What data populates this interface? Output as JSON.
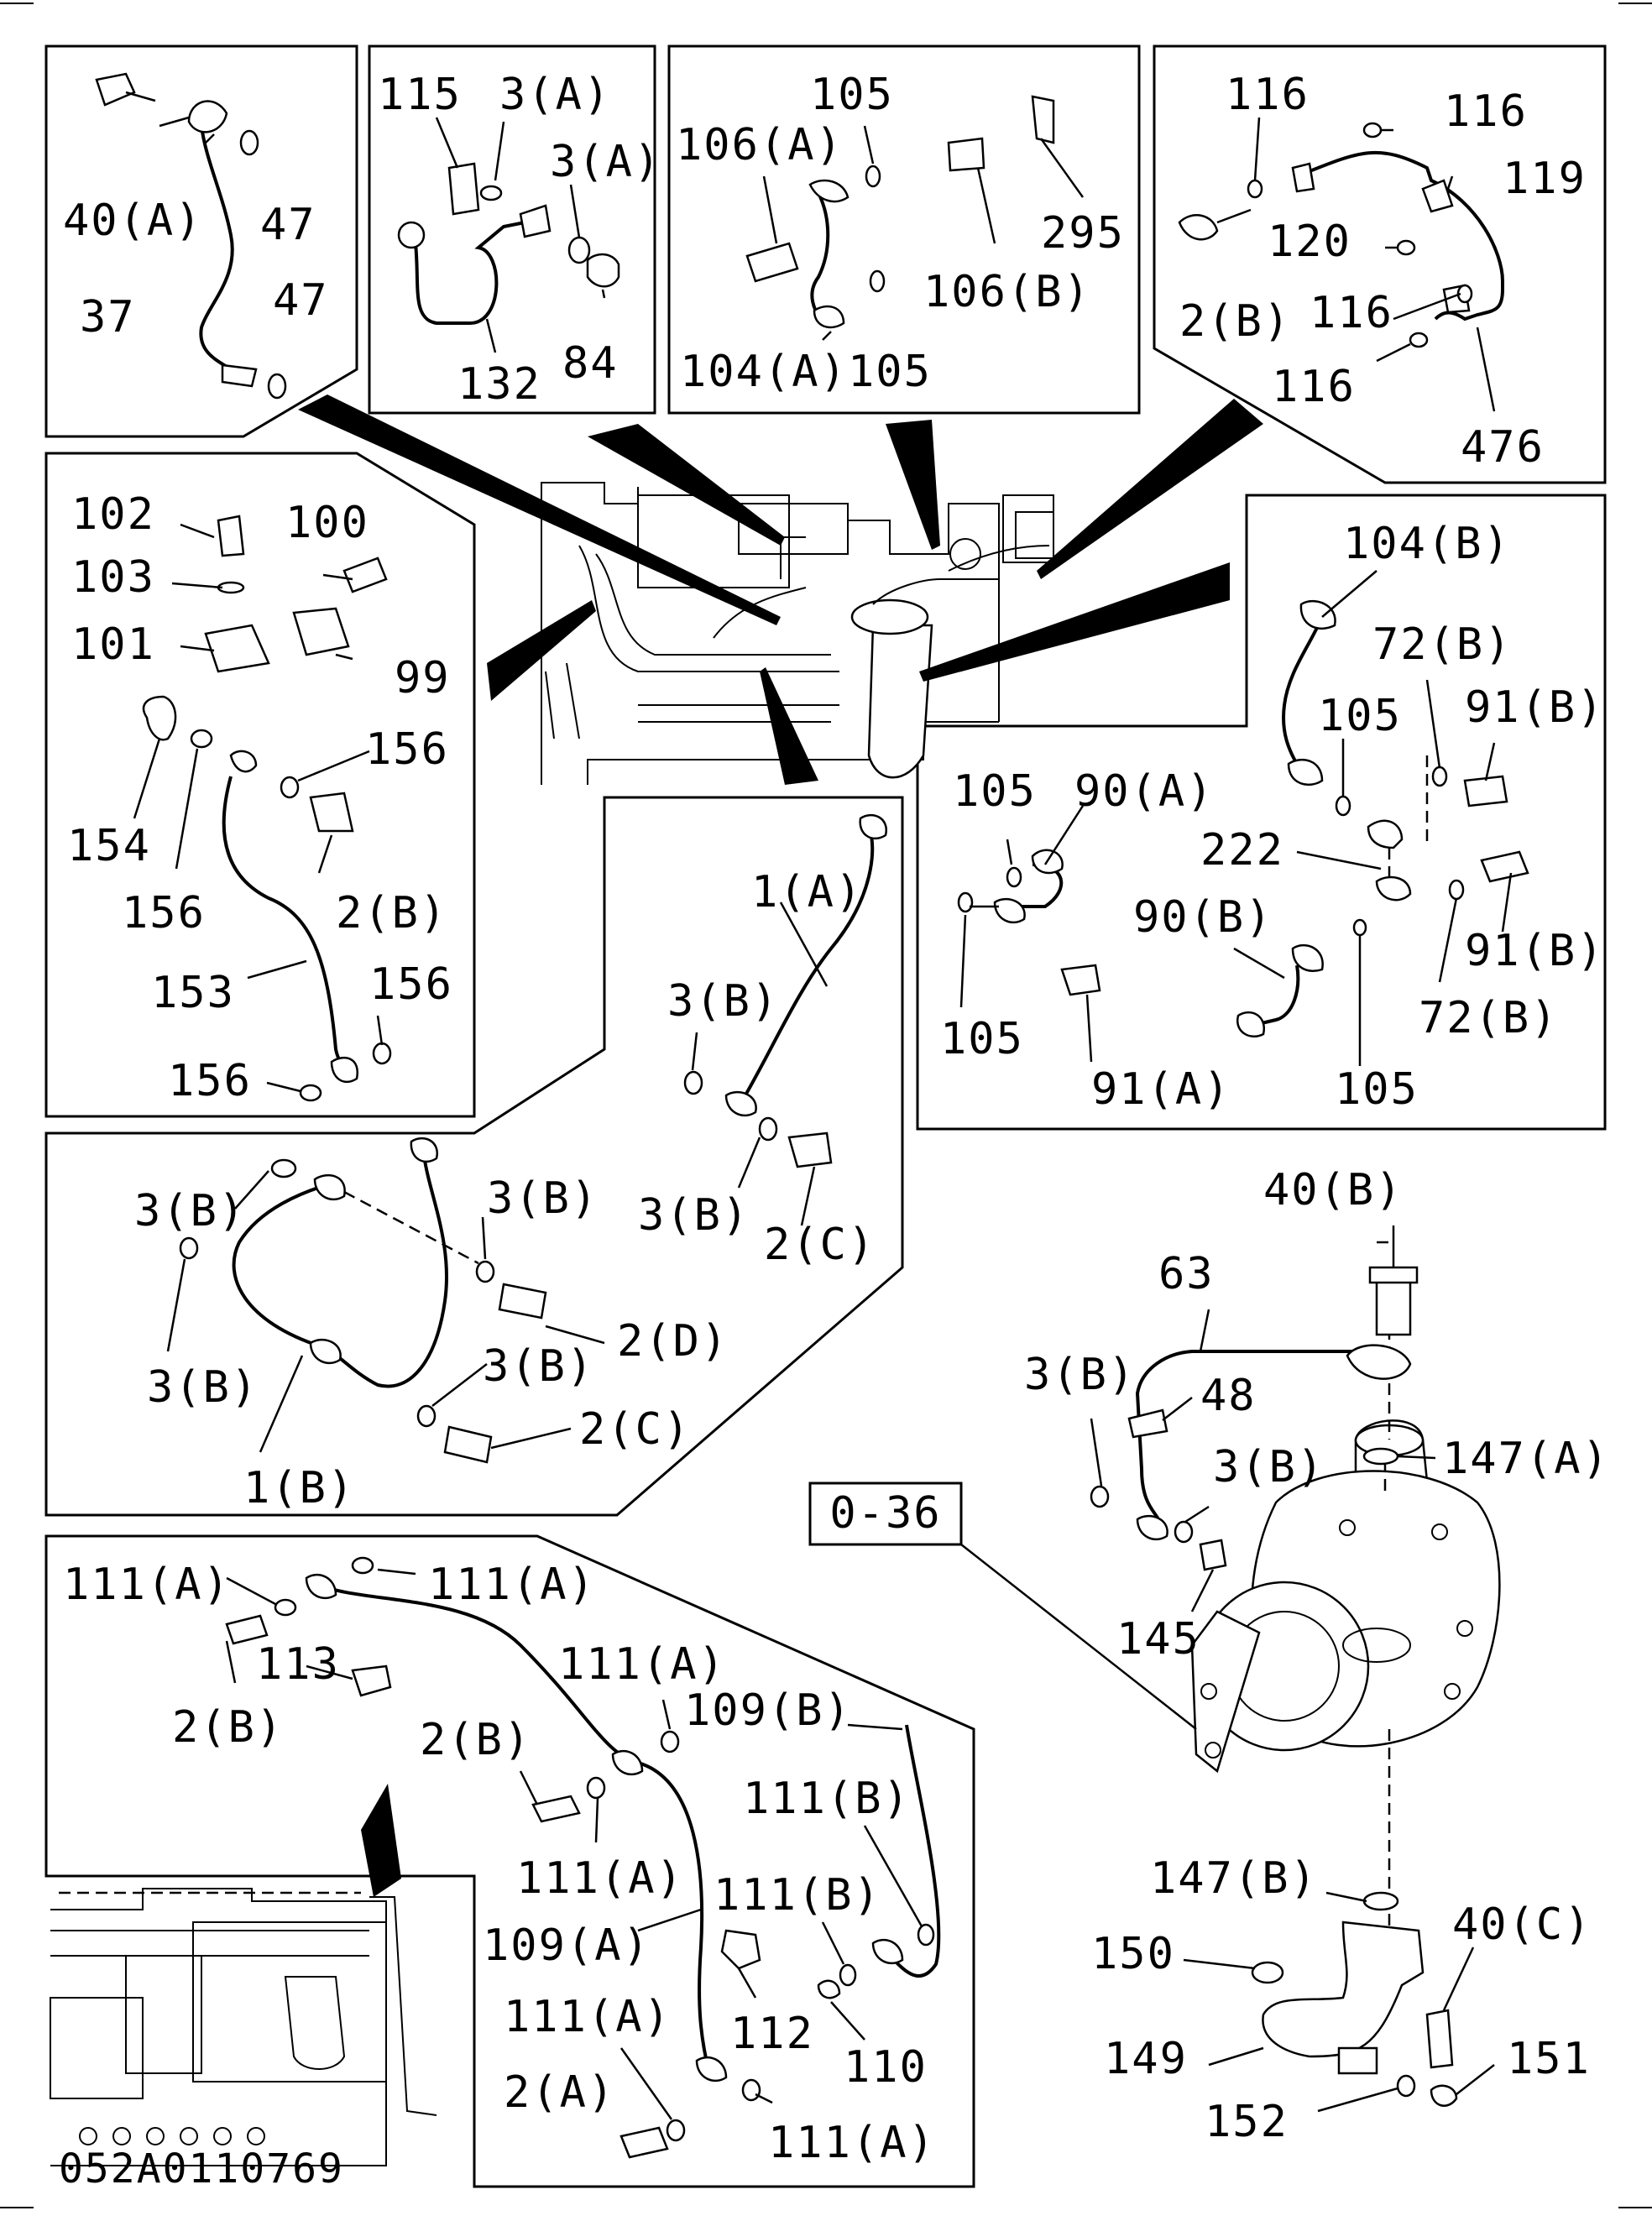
{
  "figure_code": "052A0110769",
  "reference_box": "0-36",
  "panels": {
    "top_left": [
      "40(A)",
      "47",
      "37",
      "47"
    ],
    "top_second": [
      "115",
      "3(A)",
      "3(A)",
      "132",
      "84"
    ],
    "top_third": [
      "105",
      "106(A)",
      "295",
      "106(B)",
      "104(A)",
      "105"
    ],
    "top_right": [
      "116",
      "116",
      "119",
      "120",
      "2(B)",
      "116",
      "116",
      "476"
    ],
    "left_middle": [
      "102",
      "100",
      "103",
      "101",
      "99",
      "156",
      "154",
      "156",
      "2(B)",
      "153",
      "156",
      "156"
    ],
    "right_middle": [
      "104(B)",
      "72(B)",
      "105",
      "91(B)",
      "105",
      "90(A)",
      "222",
      "90(B)",
      "91(B)",
      "105",
      "72(B)",
      "91(A)",
      "105"
    ],
    "center_pipes": [
      "1(A)",
      "3(B)",
      "3(B)",
      "2(C)"
    ],
    "center_lower": [
      "3(B)",
      "3(B)",
      "3(B)",
      "2(D)",
      "3(B)",
      "2(C)",
      "1(B)"
    ],
    "bottom": [
      "111(A)",
      "111(A)",
      "113",
      "2(B)",
      "111(A)",
      "109(B)",
      "2(B)",
      "111(B)",
      "111(A)",
      "111(B)",
      "109(A)",
      "112",
      "110",
      "111(A)",
      "2(A)",
      "111(A)"
    ],
    "turbo": [
      "40(B)",
      "63",
      "3(B)",
      "48",
      "147(A)",
      "3(B)",
      "145",
      "147(B)",
      "40(C)",
      "150",
      "149",
      "151",
      "152"
    ]
  }
}
